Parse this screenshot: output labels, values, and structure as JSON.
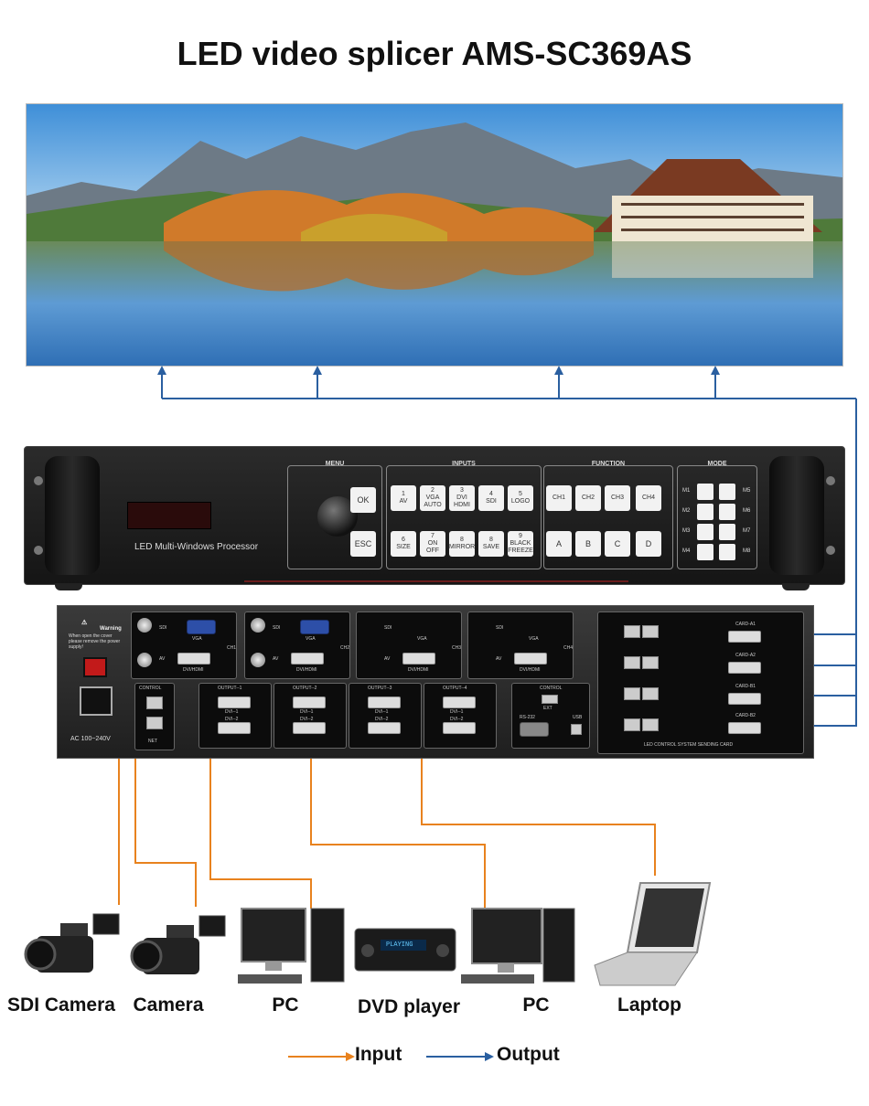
{
  "title": "LED video splicer AMS-SC369AS",
  "front_panel": {
    "model_label": "LED Multi-Windows Processor",
    "menu": {
      "title": "MENU",
      "keys": [
        "OK",
        "ESC"
      ]
    },
    "inputs": {
      "title": "INPUTS",
      "row1": [
        "1\nAV",
        "2\nVGA\nAUTO",
        "3\nDVI\nHDMI",
        "4\nSDI",
        "5\nLOGO"
      ],
      "row2": [
        "6\nSIZE",
        "7\nON\nOFF",
        "8\nMIRROR",
        "8\nSAVE",
        "9\nBLACK\nFREEZE"
      ]
    },
    "function": {
      "title": "FUNCTION",
      "row1": [
        "CH1",
        "CH2",
        "CH3",
        "CH4"
      ],
      "row2": [
        "A",
        "B",
        "C",
        "D"
      ]
    },
    "mode": {
      "title": "MODE",
      "left": [
        "M1",
        "M2",
        "M3",
        "M4"
      ],
      "right": [
        "M5",
        "M6",
        "M7",
        "M8"
      ]
    }
  },
  "rear_panel": {
    "warning_title": "Warning",
    "warning_text": "When open the cover please remove the power supply!",
    "power_label": "AC 100~240V",
    "control_left_title": "CONTROL",
    "net_label": "NET",
    "inputs": [
      {
        "ch": "CH1",
        "sdi": "SDI",
        "vga": "VGA",
        "av": "AV",
        "dvi": "DVI/HDMI"
      },
      {
        "ch": "CH2",
        "sdi": "SDI",
        "vga": "VGA",
        "av": "AV",
        "dvi": "DVI/HDMI"
      },
      {
        "ch": "CH3",
        "sdi": "SDI",
        "vga": "VGA",
        "av": "AV",
        "dvi": "DVI/HDMI"
      },
      {
        "ch": "CH4",
        "sdi": "SDI",
        "vga": "VGA",
        "av": "AV",
        "dvi": "DVI/HDMI"
      }
    ],
    "outputs": [
      "OUTPUT--1",
      "OUTPUT--2",
      "OUTPUT--3",
      "OUTPUT--4"
    ],
    "dvi_labels": [
      "DVI--1",
      "DVI--2"
    ],
    "control_right_title": "CONTROL",
    "ext_label": "EXT",
    "rs232_label": "RS-232",
    "usb_label": "USB",
    "cards": [
      "CARD-A1",
      "CARD-A2",
      "CARD-B1",
      "CARD-B2"
    ],
    "sending_card_label": "LED CONTROL SYSTEM SENDING CARD"
  },
  "devices": [
    "SDI Camera",
    "Camera",
    "PC",
    "DVD player",
    "PC",
    "Laptop"
  ],
  "dvd_display": "PLAYING",
  "legend": {
    "input": "Input",
    "output": "Output"
  },
  "colors": {
    "input_line": "#e8821e",
    "output_line": "#2a5fa0"
  }
}
